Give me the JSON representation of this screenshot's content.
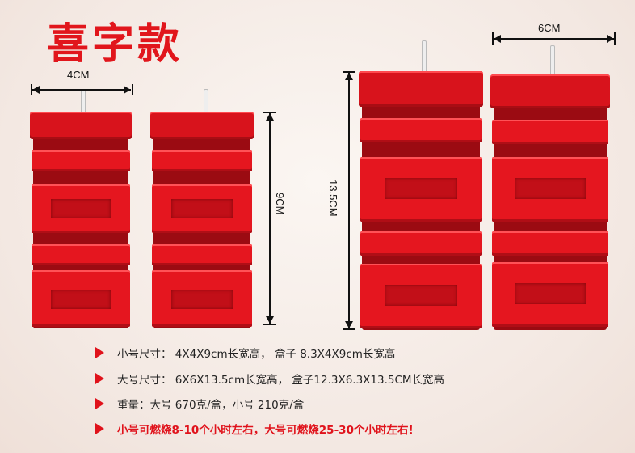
{
  "title": "喜字款",
  "dimensions": {
    "small_width": "4CM",
    "small_height": "9CM",
    "large_height": "13.5CM",
    "large_width": "6CM"
  },
  "specs": [
    {
      "text": "小号尺寸： 4X4X9cm长宽高， 盒子 8.3X4X9cm长宽高"
    },
    {
      "text": "大号尺寸： 6X6X13.5cm长宽高， 盒子12.3X6.3X13.5CM长宽高"
    },
    {
      "text": "重量：大号 670克/盒，小号 210克/盒"
    },
    {
      "text": "小号可燃烧8-10个小时左右，大号可燃烧25-30个小时左右！"
    }
  ],
  "colors": {
    "accent_red": "#e1161c",
    "candle_red": "#e5161f"
  },
  "icons": [
    "triangle-bullet-icon"
  ]
}
